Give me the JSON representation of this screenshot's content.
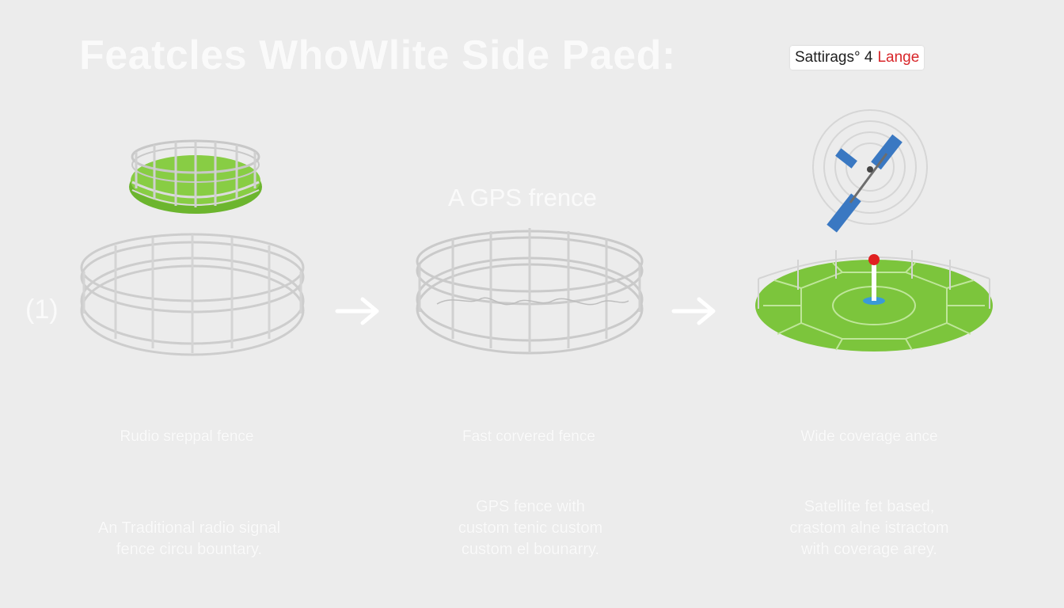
{
  "title": "Featcles WhoWlite Side Paed:",
  "badge": {
    "part1": "Sattirags° 4",
    "part2": "Lange"
  },
  "step_number": "(1)",
  "middle_title": "A GPS frence",
  "columns": [
    {
      "label": "Rudio sreppal fence",
      "description": [
        "An Traditional radio signal",
        "fence circu bountary."
      ]
    },
    {
      "label": "Fast corvered fence",
      "description": [
        "GPS fence with",
        "custom tenic custom",
        "custom el bounarry."
      ]
    },
    {
      "label": "Wide coverage ance",
      "description": [
        "Satellite fet based,",
        "crastom alne istractom",
        "with coverage arey."
      ]
    }
  ],
  "colors": {
    "background": "#ececec",
    "grass": "#7cc53c",
    "fence": "#c8c8c8",
    "satellite_panel": "#3a78c2",
    "marker": "#e02020",
    "badge_accent": "#d8262a"
  }
}
